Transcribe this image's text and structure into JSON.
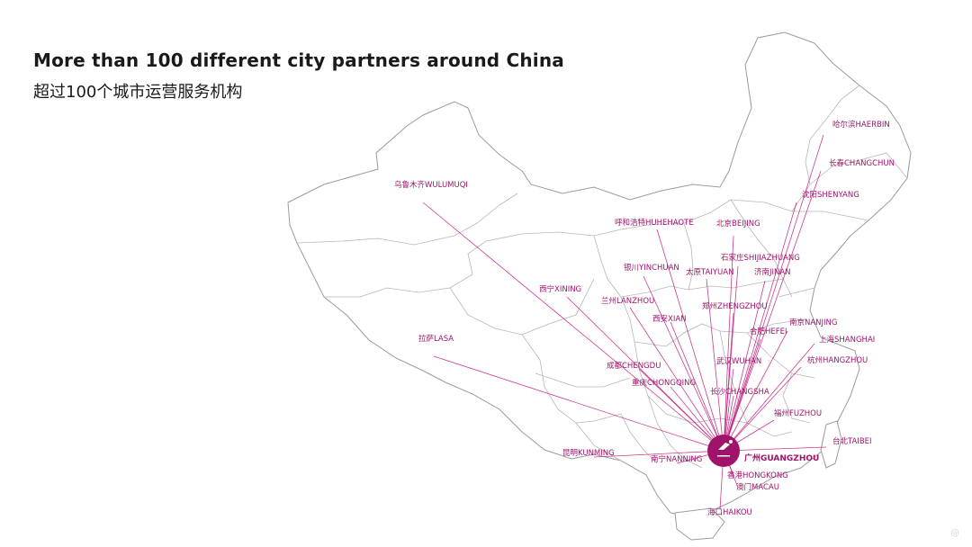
{
  "title_en": "More than 100 different city partners around China",
  "title_cn": "超过100个城市运营服务机构",
  "hub": {
    "name": "广州GUANGZHOU"
  },
  "cities": [
    {
      "name": "哈尔滨HAERBIN"
    },
    {
      "name": "长春CHANGCHUN"
    },
    {
      "name": "沈阳SHENYANG"
    },
    {
      "name": "乌鲁木齐WULUMUQI"
    },
    {
      "name": "呼和浩特HUHEHAOTE"
    },
    {
      "name": "北京BEIJING"
    },
    {
      "name": "石家庄SHIJIAZHUANG"
    },
    {
      "name": "银川YINCHUAN"
    },
    {
      "name": "太原TAIYUAN"
    },
    {
      "name": "济南JINAN"
    },
    {
      "name": "西宁XINING"
    },
    {
      "name": "兰州LANZHOU"
    },
    {
      "name": "郑州ZHENGZHOU"
    },
    {
      "name": "西安XIAN"
    },
    {
      "name": "南京NANJING"
    },
    {
      "name": "合肥HEFEI"
    },
    {
      "name": "上海SHANGHAI"
    },
    {
      "name": "拉萨LASA"
    },
    {
      "name": "成都CHENGDU"
    },
    {
      "name": "武汉WUHAN"
    },
    {
      "name": "杭州HANGZHOU"
    },
    {
      "name": "重庆CHONGQING"
    },
    {
      "name": "长沙CHANGSHA"
    },
    {
      "name": "福州FUZHOU"
    },
    {
      "name": "台北TAIBEI"
    },
    {
      "name": "昆明KUNMING"
    },
    {
      "name": "南宁NANNING"
    },
    {
      "name": "香港HONGKONG"
    },
    {
      "name": "澳门MACAU"
    },
    {
      "name": "海口HAIKOU"
    }
  ]
}
